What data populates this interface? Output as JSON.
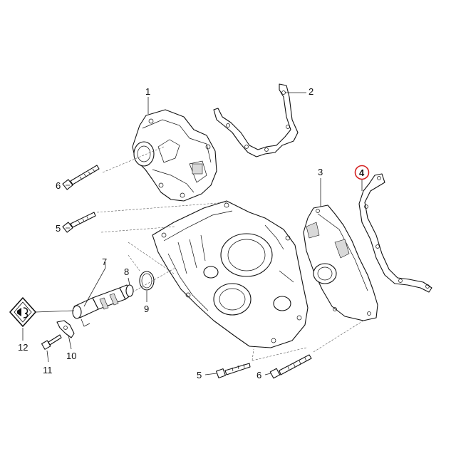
{
  "callouts": {
    "c1": "1",
    "c2": "2",
    "c3": "3",
    "c4": "4",
    "c5a": "5",
    "c5b": "5",
    "c6a": "6",
    "c6b": "6",
    "c7": "7",
    "c8": "8",
    "c9": "9",
    "c10": "10",
    "c11": "11",
    "c12": "12"
  },
  "highlighted_callout": "4",
  "colors": {
    "highlight": "#d42020",
    "line": "#111111",
    "shade": "#d9d9d9"
  }
}
